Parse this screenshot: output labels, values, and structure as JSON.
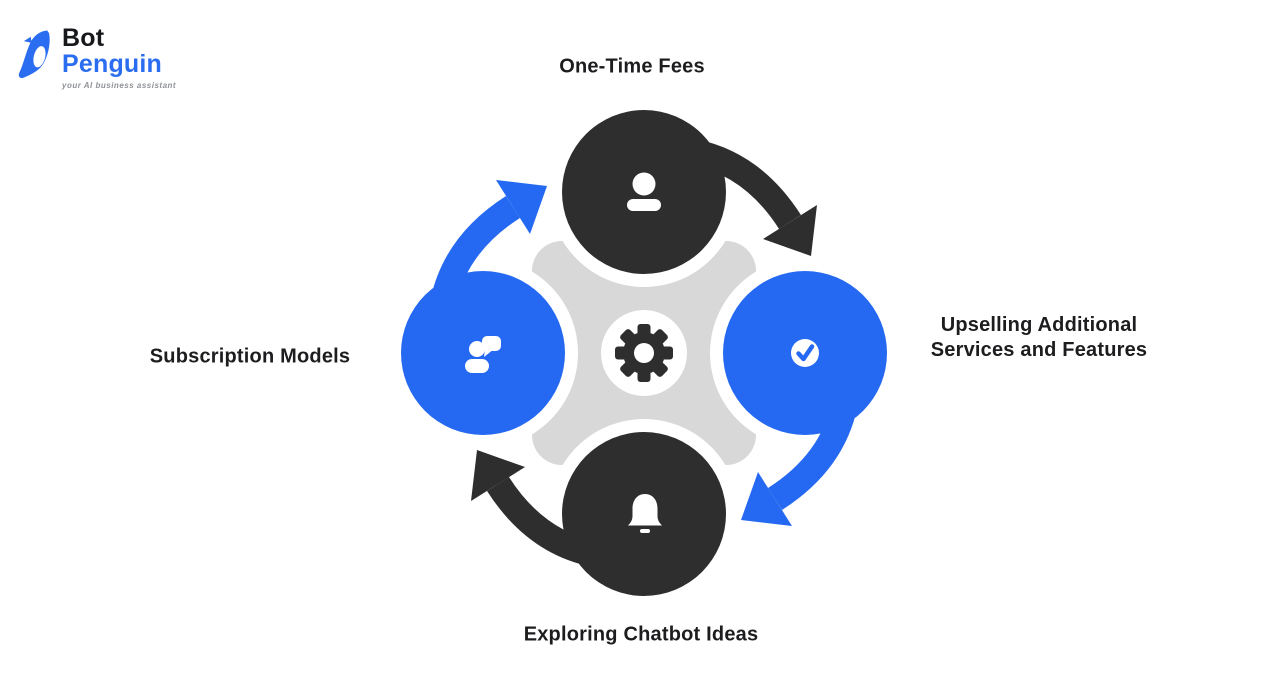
{
  "logo": {
    "name": "BotPenguin",
    "word1": "Bot",
    "word2": "Penguin",
    "tagline": "your AI business assistant"
  },
  "colors": {
    "blue": "#2569f2",
    "dark": "#2e2e2e",
    "gray": "#d8d8d8",
    "white": "#ffffff",
    "label_text": "#1d1d1f",
    "logo_blue": "#2b6df0",
    "logo_black": "#17181c",
    "tagline_gray": "#8e9196"
  },
  "diagram": {
    "type": "cycle",
    "direction": "clockwise",
    "center_icon": "gear-icon",
    "nodes": [
      {
        "position": "top",
        "label": "One-Time Fees",
        "color": "#2e2e2e",
        "icon": "user-icon"
      },
      {
        "position": "right",
        "label": "Upselling Additional Services and Features",
        "line1": "Upselling Additional",
        "line2": "Services and Features",
        "color": "#2569f2",
        "icon": "check-icon"
      },
      {
        "position": "bottom",
        "label": "Exploring Chatbot Ideas",
        "color": "#2e2e2e",
        "icon": "bell-icon"
      },
      {
        "position": "left",
        "label": "Subscription Models",
        "color": "#2569f2",
        "icon": "users-chat-icon"
      }
    ],
    "arrows": [
      {
        "from": "top",
        "to": "right",
        "color": "#2e2e2e"
      },
      {
        "from": "right",
        "to": "bottom",
        "color": "#2569f2"
      },
      {
        "from": "bottom",
        "to": "left",
        "color": "#2e2e2e"
      },
      {
        "from": "left",
        "to": "top",
        "color": "#2569f2"
      }
    ]
  }
}
